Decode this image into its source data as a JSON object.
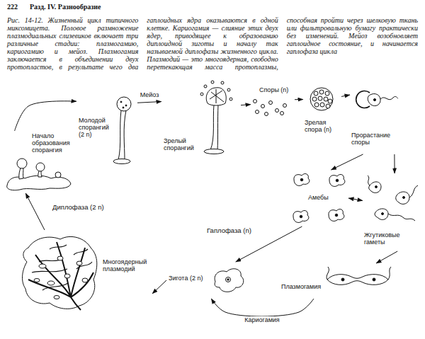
{
  "diagram": {
    "caption": "Рис. 14-12. Жизненный цикл типичного миксомицета. Половое размножение плазмодиальных слизевиков включает три различные стадии: плазмогамию, кариогамию и мейоз. Плазмогамия заключается в объединении двух протопластов, в результате чего два гаплоидных ядра оказываются в одной клетке. Кариогамия — слияние этих двух ядер, приводящее к образованию диплоидной зиготы и началу так называемой диплофазы жизненного цикла. Плазмодий — это многоядерная, свободно перетекающая масса протоплазмы, способная пройти через шелковую ткань или фильтровальную бумагу практически без изменений. Мейоз возобновляет гаплоидное состояние, и начинается гаплофаза цикла",
    "nodes": [
      {
        "text": [
          "Молодой спорангий (2 n)"
        ]
      },
      {
        "text": [
          "Зрелый спорангий"
        ]
      },
      {
        "text": [
          "Споры (n)"
        ]
      },
      {
        "text": [
          "Зрелая спора (n)"
        ]
      },
      {
        "text": [
          "Прорастание споры"
        ]
      },
      {
        "text": [
          "Амебы"
        ]
      },
      {
        "text": [
          "Жгутиковые гаметы"
        ]
      },
      {
        "text": [
          "Плазмогамия"
        ]
      },
      {
        "text": [
          "Зигота (2 n)"
        ]
      },
      {
        "text": [
          "Многоядерный плазмодий"
        ]
      },
      {
        "text": [
          "Начало образования спорангия"
        ]
      }
    ],
    "edges": [
      {
        "from": 10,
        "to": 0,
        "arrow": "to"
      },
      {
        "from": 0,
        "to": 1,
        "label": "Мейоз",
        "arrow": "to"
      },
      {
        "from": 1,
        "to": 2,
        "arrow": "to"
      },
      {
        "from": 2,
        "to": 3,
        "arrow": "to"
      },
      {
        "from": 3,
        "to": 4,
        "arrow": "to"
      },
      {
        "from": 4,
        "to": 5,
        "arrow": "to"
      },
      {
        "from": 4,
        "to": 6,
        "arrow": "to"
      },
      {
        "from": 5,
        "to": 6,
        "arrow": "both"
      },
      {
        "from": 6,
        "to": 7,
        "arrow": "to"
      },
      {
        "from": 5,
        "to": 8,
        "arrow": "to"
      },
      {
        "from": 7,
        "to": 8,
        "label": "Кариогамия",
        "arrow": "to"
      },
      {
        "from": 8,
        "to": 9,
        "arrow": "to"
      },
      {
        "from": 9,
        "to": 10,
        "arrow": "to"
      }
    ],
    "labels": [
      "222",
      "Разд. IV. Разнообразие",
      "Диплофаза (2 n)",
      "Гаплофаза (n)"
    ]
  }
}
